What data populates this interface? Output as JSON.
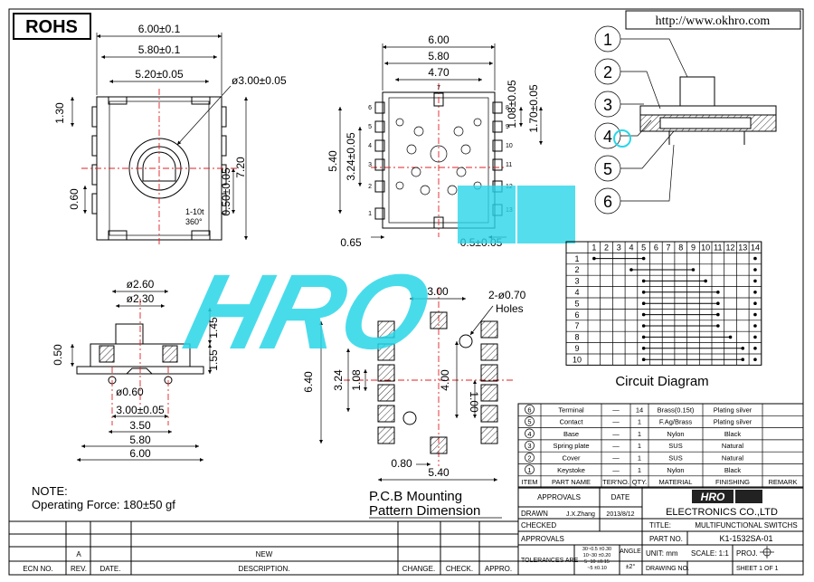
{
  "header": {
    "rohs": "ROHS",
    "url": "http://www.okhro.com"
  },
  "top_view": {
    "w_outer": "6.00±0.1",
    "w_mid": "5.80±0.1",
    "w_inner": "5.20±0.05",
    "dia": "ø3.00±0.05",
    "h1": "1.30",
    "h_060": "0.60",
    "h_050": "0.50±0.05",
    "h_720": "7.20",
    "rotation_1": "1-10t",
    "rotation_2": "360°"
  },
  "pin_view": {
    "w600": "6.00",
    "w580": "5.80",
    "w470": "4.70",
    "h540": "5.40",
    "h324": "3.24±0.05",
    "h108": "1.08±0.05",
    "h170": "1.70±0.05",
    "w065": "0.65",
    "w05": "0.5±0.05",
    "pins_left": [
      "6",
      "5",
      "4",
      "3",
      "2",
      "1"
    ],
    "pins_right": [
      "8",
      "9",
      "10",
      "11",
      "12",
      "13"
    ],
    "pin_top": "7",
    "pin_bottom": "14"
  },
  "side_view": {
    "d260": "ø2.60",
    "d230": "ø2.30",
    "h050": "0.50",
    "h145": "1.45",
    "h155": "1.55",
    "d060": "ø0.60",
    "w300": "3.00±0.05",
    "w350": "3.50",
    "w580": "5.80",
    "w600": "6.00"
  },
  "note": {
    "title": "NOTE:",
    "text": "Operating Force: 180±50 gf"
  },
  "pcb": {
    "w300": "3.00",
    "holes_1": "2-ø0.70",
    "holes_2": "Holes",
    "h640": "6.40",
    "h324": "3.24",
    "h108": "1.08",
    "h400": "4.00",
    "h100": "1.00",
    "w080": "0.80",
    "w540": "5.40",
    "caption_1": "P.C.B Mounting",
    "caption_2": "Pattern Dimension"
  },
  "exploded": {
    "callouts": [
      "1",
      "2",
      "3",
      "4",
      "5",
      "6"
    ]
  },
  "circuit": {
    "columns": [
      "1",
      "2",
      "3",
      "4",
      "5",
      "6",
      "7",
      "8",
      "9",
      "10",
      "11",
      "12",
      "13",
      "14"
    ],
    "rows": [
      "1",
      "2",
      "3",
      "4",
      "5",
      "6",
      "7",
      "8",
      "9",
      "10"
    ],
    "title": "Circuit Diagram"
  },
  "bom": {
    "rows": [
      {
        "item": "6",
        "part": "Terminal",
        "ter": "—",
        "qty": "14",
        "mat": "Brass(0.15t)",
        "fin": "Plating silver",
        "rem": ""
      },
      {
        "item": "5",
        "part": "Contact",
        "ter": "—",
        "qty": "1",
        "mat": "F.Ag/Brass",
        "fin": "Plating silver",
        "rem": ""
      },
      {
        "item": "4",
        "part": "Base",
        "ter": "—",
        "qty": "1",
        "mat": "Nylon",
        "fin": "Black",
        "rem": ""
      },
      {
        "item": "3",
        "part": "Spring plate",
        "ter": "—",
        "qty": "1",
        "mat": "SUS",
        "fin": "Natural",
        "rem": ""
      },
      {
        "item": "2",
        "part": "Cover",
        "ter": "—",
        "qty": "1",
        "mat": "SUS",
        "fin": "Natural",
        "rem": ""
      },
      {
        "item": "1",
        "part": "Keystoke",
        "ter": "—",
        "qty": "1",
        "mat": "Nylon",
        "fin": "Black",
        "rem": ""
      }
    ],
    "headers": {
      "item": "ITEM",
      "part": "PART NAME",
      "ter": "TER'NO.",
      "qty": "QTY.",
      "mat": "MATERIAL",
      "fin": "FINISHING",
      "rem": "REMARK"
    }
  },
  "title_block": {
    "approvals": "APPROVALS",
    "date": "DATE",
    "drawn": "DRAWN",
    "drawn_by": "J.X.Zhang",
    "drawn_date": "2013/8/12",
    "checked": "CHECKED",
    "approvals2": "APPROVALS",
    "company": "ELECTRONICS CO.,LTD",
    "title_lbl": "TITLE:",
    "title_val": "MULTIFUNCTIONAL SWITCHS",
    "partno_lbl": "PART NO.",
    "partno_val": "K1-1532SA-01",
    "tol_lbl": "TOLERANCES ARE",
    "tol_rows": [
      "30~0.5 ±0.30",
      "10~30 ±0.20",
      "5~10 ±0.15",
      "~5 ±0.10"
    ],
    "angle_lbl": "ANGLE",
    "angle_val": "±2°",
    "unit": "UNIT: mm",
    "scale": "SCALE: 1:1",
    "proj": "PROJ.",
    "drawing_no": "DRAWING NO.",
    "sheet": "SHEET 1 OF 1"
  },
  "revision": {
    "rev": "A",
    "desc": "NEW",
    "cols": [
      "ECN NO.",
      "REV.",
      "DATE.",
      "DESCRIPTION.",
      "CHANGE.",
      "CHECK.",
      "APPRO."
    ]
  },
  "watermark": "HRO",
  "logo_text": "HRO"
}
